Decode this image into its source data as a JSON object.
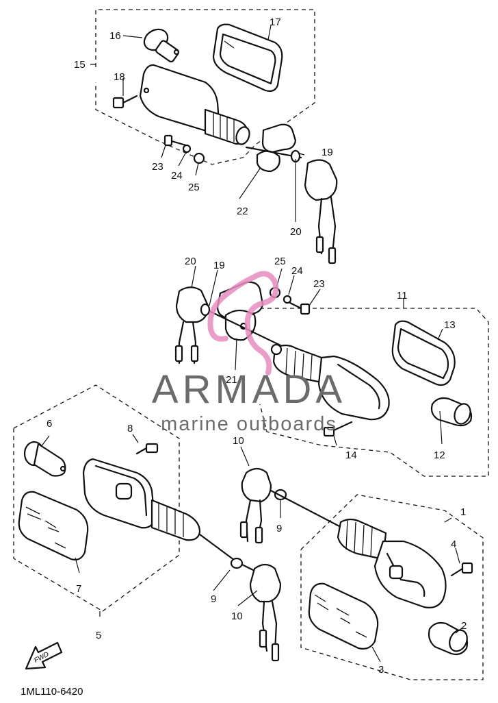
{
  "diagram": {
    "drawing_code": "1ML110-6420",
    "fwd_marker": "FWD",
    "callouts": [
      "1",
      "2",
      "3",
      "4",
      "5",
      "6",
      "7",
      "8",
      "9",
      "10",
      "11",
      "12",
      "13",
      "14",
      "15",
      "16",
      "17",
      "18",
      "19",
      "20",
      "21",
      "22",
      "23",
      "24",
      "25"
    ]
  },
  "watermark": {
    "brand": "ARMADA",
    "tagline": "marine outboards",
    "brand_color": "#6b6b6b",
    "accent_color": "#e88cc0"
  }
}
